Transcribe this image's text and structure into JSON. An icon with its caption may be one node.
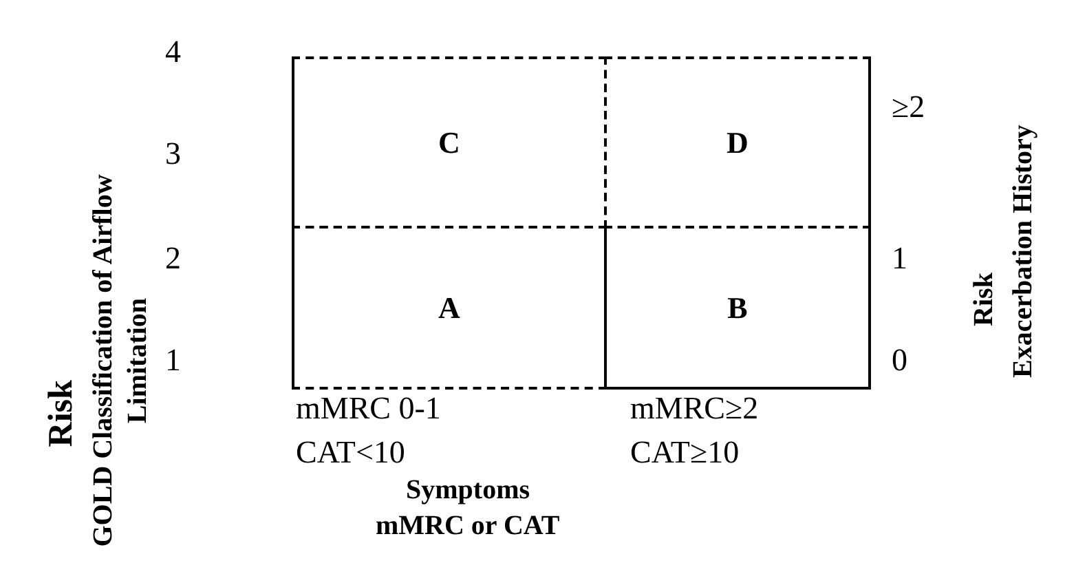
{
  "diagram": {
    "nodes": [
      {
        "text": [
          "C"
        ]
      },
      {
        "text": [
          "D"
        ]
      },
      {
        "text": [
          "A"
        ]
      },
      {
        "text": [
          "B"
        ]
      }
    ],
    "labels": [
      "Risk",
      "GOLD Classification of Airflow Limitation",
      "4",
      "3",
      "2",
      "1",
      "≥2",
      "1",
      "0",
      "Risk",
      "Exacerbation History",
      "mMRC 0-1",
      "CAT<10",
      "mMRC≥2",
      "CAT≥10",
      "Symptoms",
      "mMRC or CAT"
    ]
  }
}
